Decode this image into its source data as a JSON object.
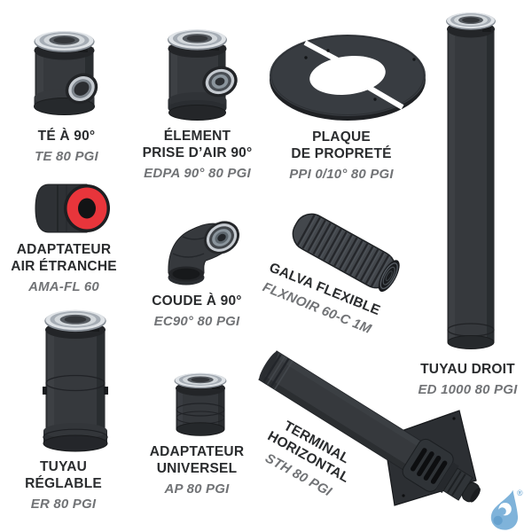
{
  "products": {
    "te_90": {
      "title1": "TÉ À 90°",
      "ref": "TE 80 PGI"
    },
    "edpa": {
      "title1": "ÉLEMENT",
      "title2": "PRISE D’AIR 90°",
      "ref": "EDPA 90° 80 PGI"
    },
    "plaque_proprete": {
      "title1": "PLAQUE",
      "title2": "DE PROPRETÉ",
      "ref": "PPI 0/10° 80 PGI"
    },
    "adaptateur_air_etranche": {
      "title1": "ADAPTATEUR",
      "title2": "AIR ÉTRANCHE",
      "ref": "AMA-FL 60"
    },
    "coude_90": {
      "title1": "COUDE À 90°",
      "ref": "EC90° 80 PGI"
    },
    "galva_flexible": {
      "title1": "GALVA FLEXIBLE",
      "ref": "FLXNOIR 60-C 1M"
    },
    "tuyau_droit": {
      "title1": "TUYAU DROIT",
      "ref": "ED 1000 80 PGI"
    },
    "tuyau_reglable": {
      "title1": "TUYAU",
      "title2": "RÉGLABLE",
      "ref": "ER 80 PGI"
    },
    "adaptateur_universel": {
      "title1": "ADAPTATEUR",
      "title2": "UNIVERSEL",
      "ref": "AP 80 PGI"
    },
    "terminal_horizontal": {
      "title1": "TERMINAL",
      "title2": "HORIZONTAL",
      "ref": "STH 80 PGI"
    }
  },
  "logo": {
    "icon": "water-drop-logo",
    "registered_mark": "®"
  },
  "colors": {
    "background": "#ffffff",
    "title_text": "#2a2c2e",
    "ref_text": "#717376",
    "pipe_body": "#36393d",
    "metal_rim": "#d9dde1",
    "seal_red": "#e8353b",
    "logo_blue": "#7fb3da"
  }
}
